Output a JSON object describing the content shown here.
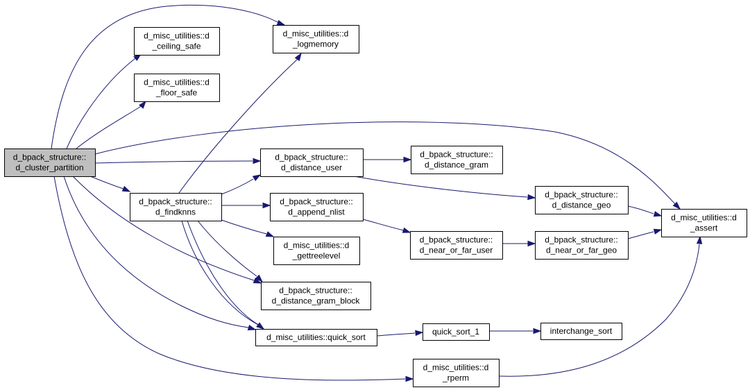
{
  "diagram": {
    "edge_color": "#191970",
    "root_fill": "#bfbfbf",
    "nodes": [
      {
        "id": "cluster_partition",
        "lines": [
          "d_bpack_structure::",
          "d_cluster_partition"
        ],
        "root": true
      },
      {
        "id": "ceiling_safe",
        "lines": [
          "d_misc_utilities::d",
          "_ceiling_safe"
        ]
      },
      {
        "id": "floor_safe",
        "lines": [
          "d_misc_utilities::d",
          "_floor_safe"
        ]
      },
      {
        "id": "logmemory",
        "lines": [
          "d_misc_utilities::d",
          "_logmemory"
        ]
      },
      {
        "id": "findknns",
        "lines": [
          "d_bpack_structure::",
          "d_findknns"
        ]
      },
      {
        "id": "distance_user",
        "lines": [
          "d_bpack_structure::",
          "d_distance_user"
        ]
      },
      {
        "id": "append_nlist",
        "lines": [
          "d_bpack_structure::",
          "d_append_nlist"
        ]
      },
      {
        "id": "gettreelevel",
        "lines": [
          "d_misc_utilities::d",
          "_gettreelevel"
        ]
      },
      {
        "id": "distance_gram_block",
        "lines": [
          "d_bpack_structure::",
          "d_distance_gram_block"
        ]
      },
      {
        "id": "quick_sort",
        "lines": [
          "d_misc_utilities::quick_sort"
        ]
      },
      {
        "id": "rperm",
        "lines": [
          "d_misc_utilities::d",
          "_rperm"
        ]
      },
      {
        "id": "distance_gram",
        "lines": [
          "d_bpack_structure::",
          "d_distance_gram"
        ]
      },
      {
        "id": "near_or_far_user",
        "lines": [
          "d_bpack_structure::",
          "d_near_or_far_user"
        ]
      },
      {
        "id": "quick_sort_1",
        "lines": [
          "quick_sort_1"
        ]
      },
      {
        "id": "distance_geo",
        "lines": [
          "d_bpack_structure::",
          "d_distance_geo"
        ]
      },
      {
        "id": "near_or_far_geo",
        "lines": [
          "d_bpack_structure::",
          "d_near_or_far_geo"
        ]
      },
      {
        "id": "interchange_sort",
        "lines": [
          "interchange_sort"
        ]
      },
      {
        "id": "assert",
        "lines": [
          "d_misc_utilities::d",
          "_assert"
        ]
      }
    ],
    "edges": [
      {
        "from": "cluster_partition",
        "to": "ceiling_safe"
      },
      {
        "from": "cluster_partition",
        "to": "floor_safe"
      },
      {
        "from": "cluster_partition",
        "to": "logmemory"
      },
      {
        "from": "cluster_partition",
        "to": "distance_user"
      },
      {
        "from": "cluster_partition",
        "to": "findknns"
      },
      {
        "from": "cluster_partition",
        "to": "assert"
      },
      {
        "from": "cluster_partition",
        "to": "distance_gram_block"
      },
      {
        "from": "cluster_partition",
        "to": "quick_sort"
      },
      {
        "from": "cluster_partition",
        "to": "rperm"
      },
      {
        "from": "findknns",
        "to": "logmemory"
      },
      {
        "from": "findknns",
        "to": "distance_user"
      },
      {
        "from": "findknns",
        "to": "append_nlist"
      },
      {
        "from": "findknns",
        "to": "gettreelevel"
      },
      {
        "from": "findknns",
        "to": "distance_gram_block"
      },
      {
        "from": "findknns",
        "to": "quick_sort"
      },
      {
        "from": "distance_user",
        "to": "distance_gram"
      },
      {
        "from": "distance_user",
        "to": "distance_geo"
      },
      {
        "from": "append_nlist",
        "to": "near_or_far_user"
      },
      {
        "from": "near_or_far_user",
        "to": "near_or_far_geo"
      },
      {
        "from": "distance_geo",
        "to": "assert"
      },
      {
        "from": "near_or_far_geo",
        "to": "assert"
      },
      {
        "from": "quick_sort",
        "to": "quick_sort_1"
      },
      {
        "from": "quick_sort_1",
        "to": "interchange_sort"
      },
      {
        "from": "rperm",
        "to": "assert"
      }
    ]
  }
}
